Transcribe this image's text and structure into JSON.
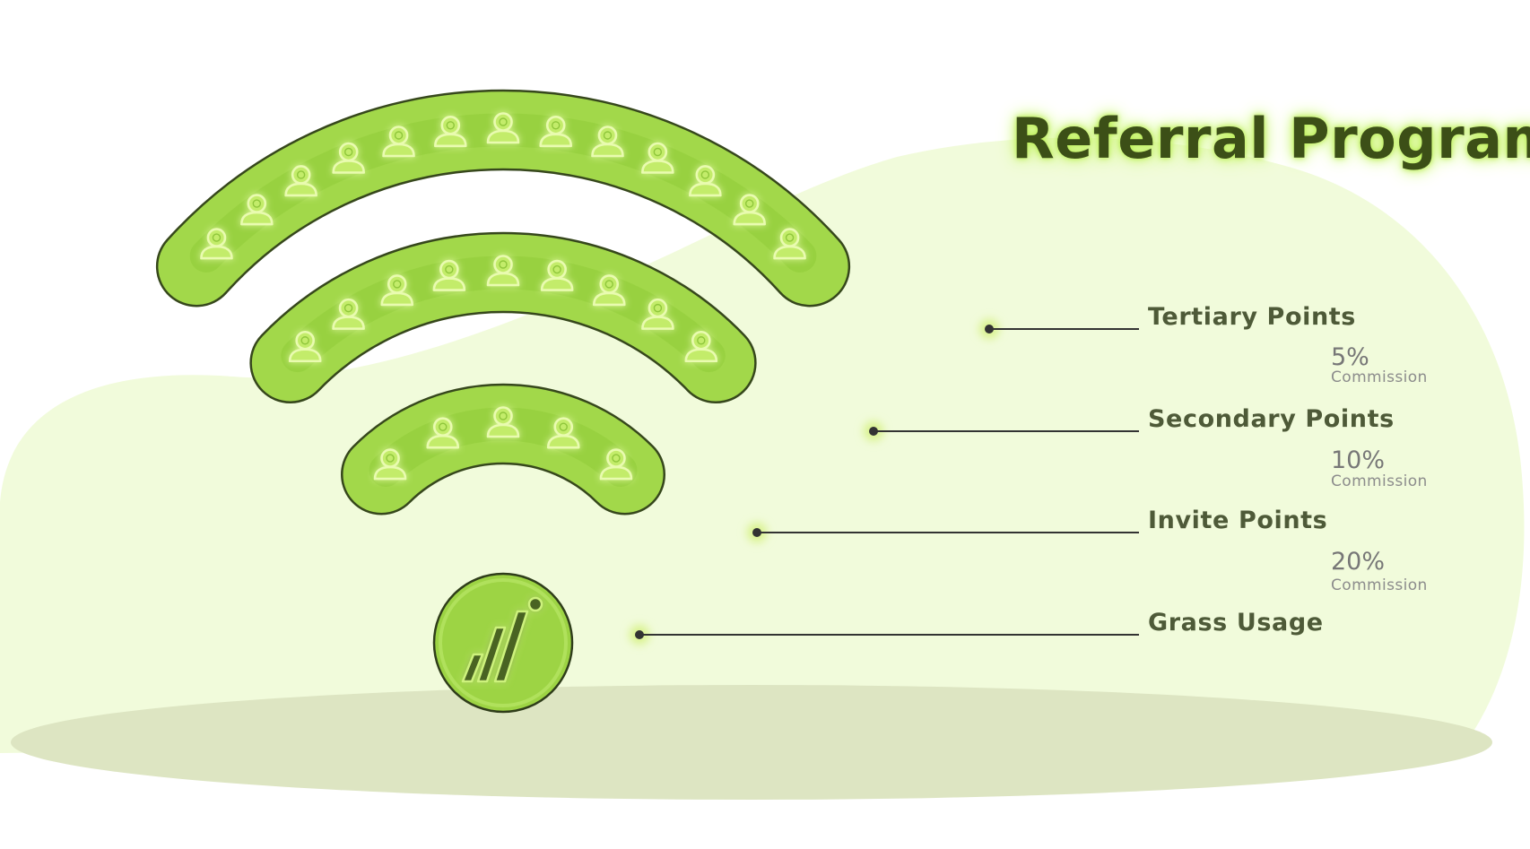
{
  "title": "Referral Program",
  "colors": {
    "arc_fill": "#a2d84a",
    "arc_inner": "#90cc38",
    "arc_stroke": "#36471c",
    "glow": "#d8f28a",
    "backdrop": "#f1fbdb",
    "ground": "#dde5c2",
    "title_text": "#3c4f17",
    "label_text": "#4e5a38",
    "line": "#333333"
  },
  "tiers": [
    {
      "name": "Tertiary Points",
      "percent": "5%",
      "commission_label": "Commission"
    },
    {
      "name": "Secondary Points",
      "percent": "10%",
      "commission_label": "Commission"
    },
    {
      "name": "Invite Points",
      "percent": "20%",
      "commission_label": "Commission"
    },
    {
      "name": "Grass Usage"
    }
  ],
  "icons": {
    "person": "person-icon",
    "logo": "grass-logo-icon"
  }
}
